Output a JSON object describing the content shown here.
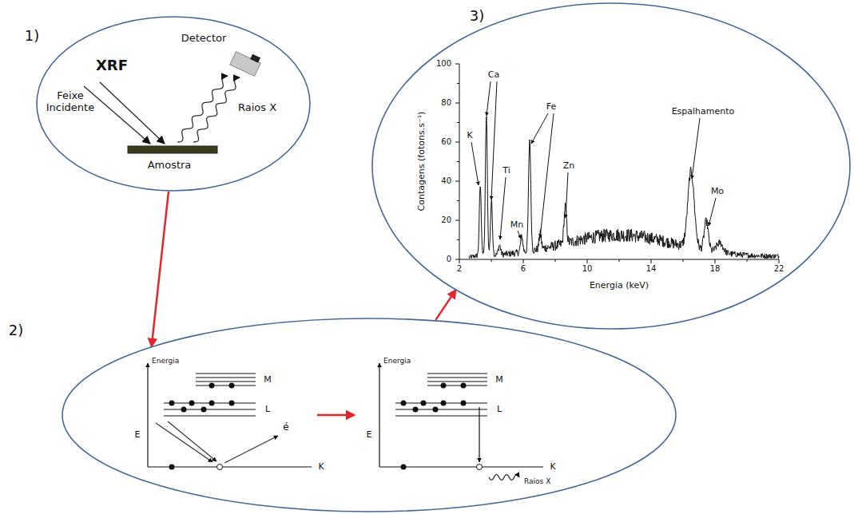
{
  "diagram": {
    "nodes": [
      {
        "text": [
          "1)",
          "XRF",
          "Feixe Incidente",
          "Detector",
          "Raios X",
          "Amostra"
        ]
      },
      {
        "text": [
          "2)",
          "Energia",
          "E",
          "M",
          "L",
          "K",
          "é",
          "Energia",
          "E",
          "M",
          "L",
          "K",
          "Raios X"
        ]
      },
      {
        "text": [
          "3)",
          "Contagens (fotons.s⁻¹)",
          "0",
          "20",
          "40",
          "60",
          "80",
          "100",
          "2",
          "6",
          "10",
          "14",
          "18",
          "22",
          "Energia (keV)",
          "K",
          "Ca",
          "Ti",
          "Mn",
          "Fe",
          "Zn",
          "Espalhamento",
          "Mo"
        ]
      }
    ],
    "edges": [
      {
        "from": 0,
        "to": 1,
        "arrow": "to"
      },
      {
        "from": 1,
        "to": 2,
        "arrow": "to"
      }
    ]
  }
}
